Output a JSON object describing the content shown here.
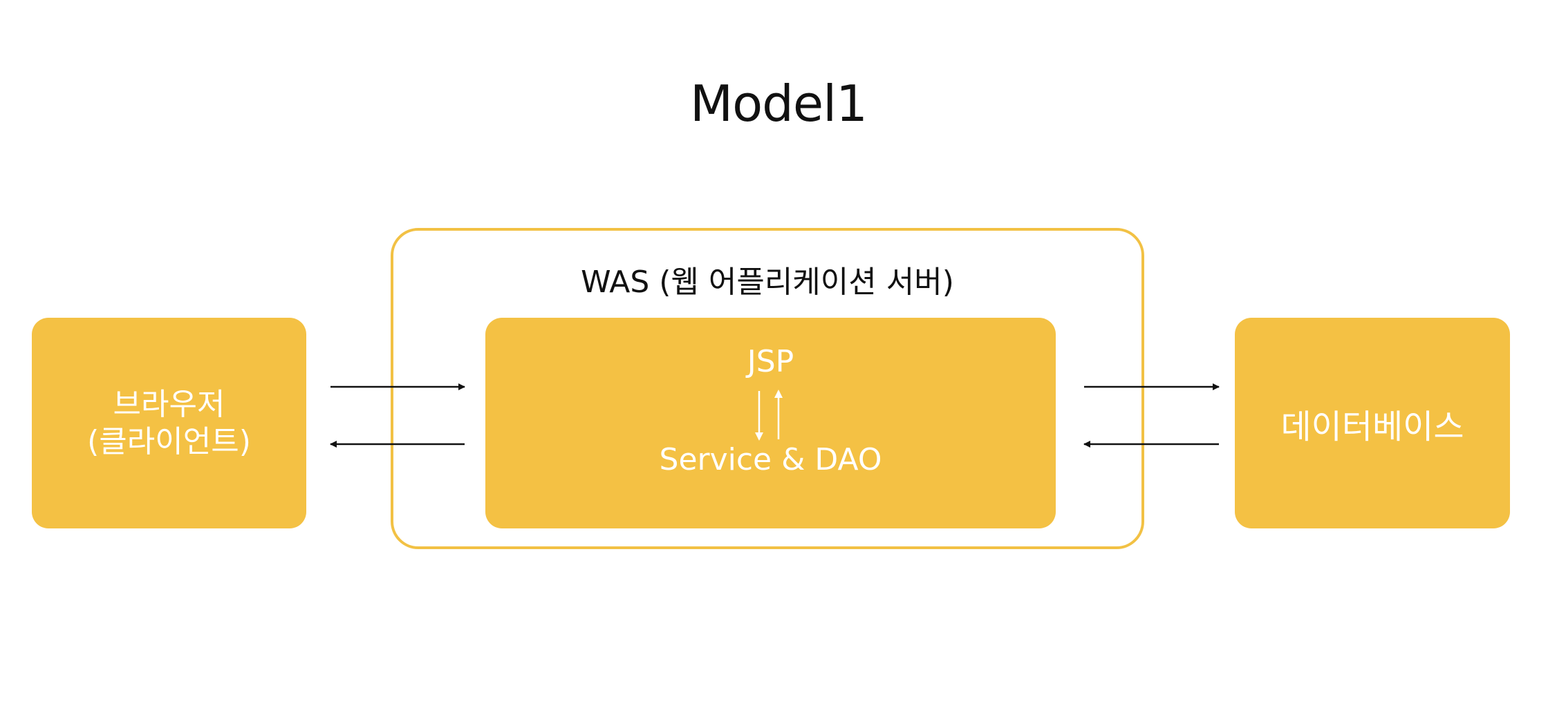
{
  "title": "Model1",
  "was": {
    "label": "WAS (웹 어플리케이션 서버)"
  },
  "browser": {
    "line1": "브라우저",
    "line2": "(클라이언트)"
  },
  "jsp_box": {
    "top_label": "JSP",
    "bottom_label": "Service & DAO"
  },
  "database": {
    "label": "데이터베이스"
  },
  "colors": {
    "box_fill": "#f4c144",
    "frame_stroke": "#f2c144",
    "arrow_dark": "#111111",
    "arrow_light": "#ffffff",
    "text_dark": "#111111",
    "text_light": "#ffffff"
  }
}
